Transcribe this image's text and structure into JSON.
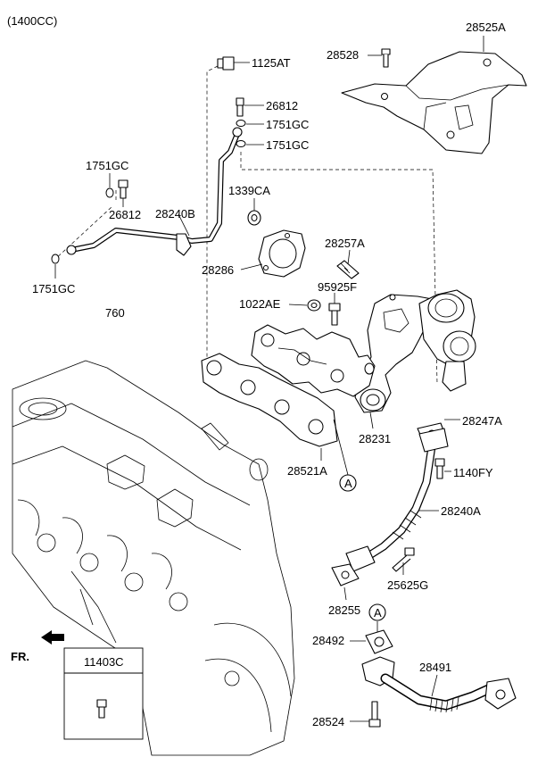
{
  "header": {
    "variant": "(1400CC)"
  },
  "labels": {
    "p28525A": "28525A",
    "p28528": "28528",
    "p1125AT": "1125AT",
    "p26812a": "26812",
    "p1751GCa": "1751GC",
    "p1751GCb": "1751GC",
    "p1751GCc": "1751GC",
    "p26812b": "26812",
    "p28240B": "28240B",
    "p1339CA": "1339CA",
    "p28257A": "28257A",
    "p28286": "28286",
    "p1751GCd": "1751GC",
    "p95925F": "95925F",
    "p1022AE": "1022AE",
    "p760": "760",
    "p28231": "28231",
    "p28247A": "28247A",
    "p28521A": "28521A",
    "p1140FY": "1140FY",
    "p28240A": "28240A",
    "p25625G": "25625G",
    "p28255": "28255",
    "p28492": "28492",
    "p28491": "28491",
    "p28524": "28524",
    "refA1": "A",
    "refA2": "A",
    "front": "FR.",
    "inset": "11403C"
  }
}
